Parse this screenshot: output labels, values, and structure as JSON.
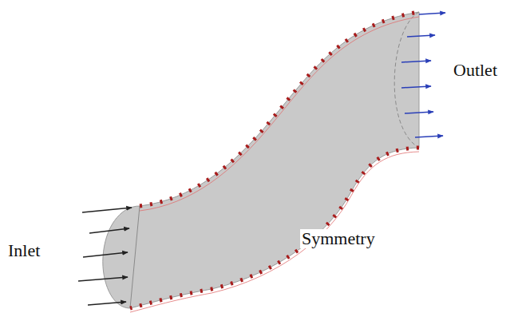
{
  "diagram": {
    "labels": [
      "Inlet",
      "Outlet",
      "Symmetry"
    ]
  }
}
